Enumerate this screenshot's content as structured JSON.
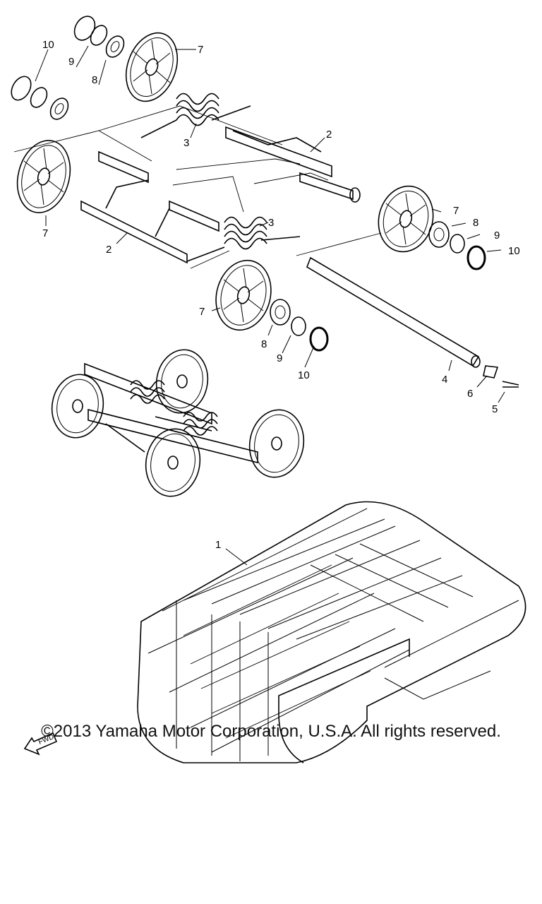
{
  "diagram": {
    "fwd_label": "FWD",
    "callouts": [
      {
        "id": "c10a",
        "text": "10"
      },
      {
        "id": "c9a",
        "text": "9"
      },
      {
        "id": "c8a",
        "text": "8"
      },
      {
        "id": "c7a",
        "text": "7"
      },
      {
        "id": "c3a",
        "text": "3"
      },
      {
        "id": "c2a",
        "text": "2"
      },
      {
        "id": "c7b",
        "text": "7"
      },
      {
        "id": "c2b",
        "text": "2"
      },
      {
        "id": "c3b",
        "text": "3"
      },
      {
        "id": "c7c",
        "text": "7"
      },
      {
        "id": "c8b",
        "text": "8"
      },
      {
        "id": "c9b",
        "text": "9"
      },
      {
        "id": "c10b",
        "text": "10"
      },
      {
        "id": "c7d",
        "text": "7"
      },
      {
        "id": "c8c",
        "text": "8"
      },
      {
        "id": "c9c",
        "text": "9"
      },
      {
        "id": "c10c",
        "text": "10"
      },
      {
        "id": "c4",
        "text": "4"
      },
      {
        "id": "c6",
        "text": "6"
      },
      {
        "id": "c5",
        "text": "5"
      },
      {
        "id": "c1",
        "text": "1"
      }
    ]
  },
  "footer": {
    "copyright": "©2013 Yamaha Motor Corporation, U.S.A. All rights reserved."
  }
}
